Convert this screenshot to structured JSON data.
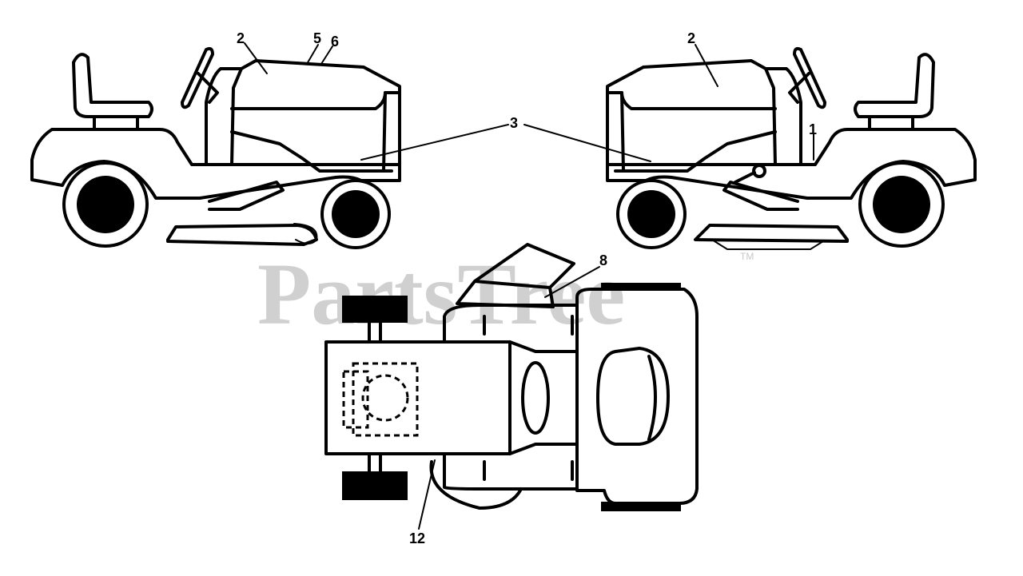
{
  "watermark": {
    "text": "PartsTree",
    "trademark": "TM",
    "color": "#d0d0d0"
  },
  "callouts": {
    "left_view": [
      "2",
      "5",
      "6"
    ],
    "center": "3",
    "right_view": [
      "2",
      "1"
    ],
    "top_view": [
      "8",
      "12"
    ]
  },
  "colors": {
    "line": "#000000",
    "background": "#ffffff"
  }
}
